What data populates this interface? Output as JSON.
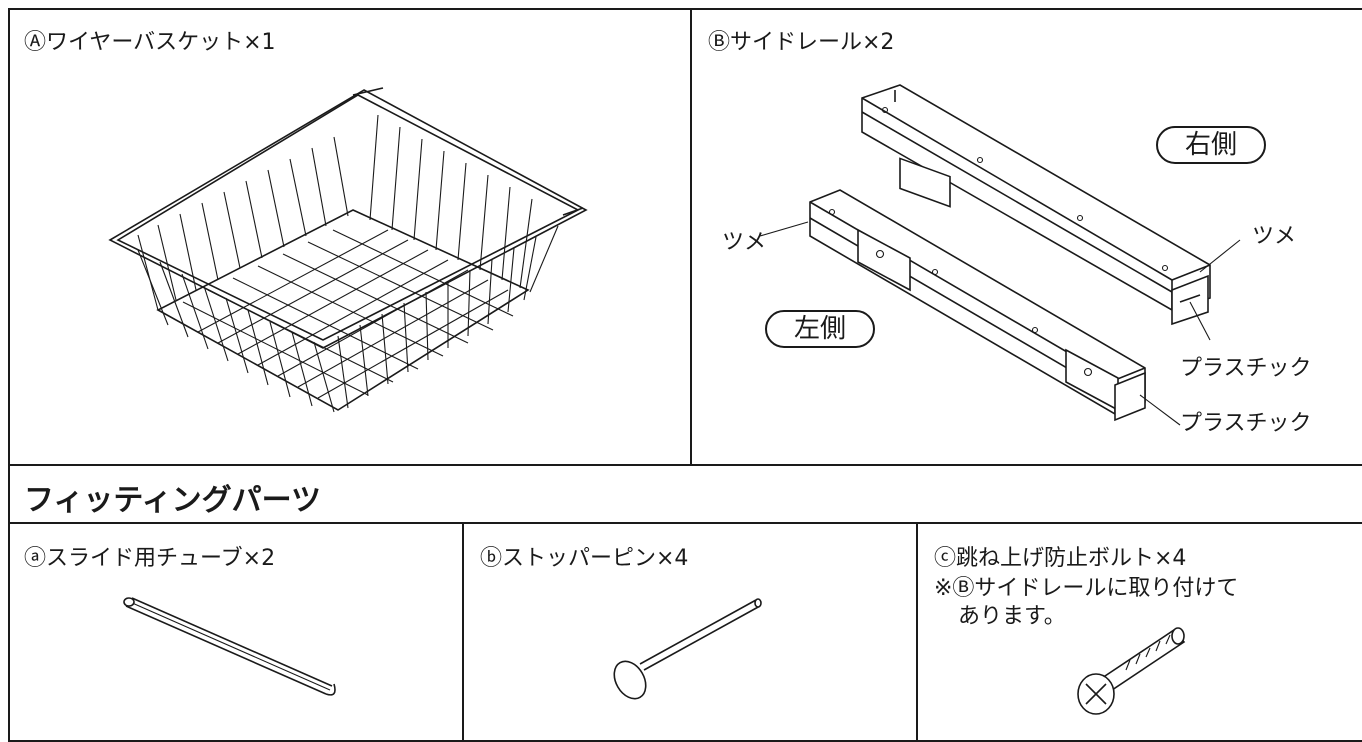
{
  "parts": {
    "a": {
      "label": "Ⓐワイヤーバスケット×1"
    },
    "b": {
      "label": "Ⓑサイドレール×2",
      "right_tag": "右側",
      "left_tag": "左側",
      "tsume_left": "ツメ",
      "tsume_right": "ツメ",
      "plastic_top": "プラスチック",
      "plastic_bottom": "プラスチック"
    }
  },
  "fittings": {
    "heading": "フィッティングパーツ",
    "items": [
      {
        "label": "ⓐスライド用チューブ×2"
      },
      {
        "label": "ⓑストッパーピン×4"
      },
      {
        "label": "ⓒ跳ね上げ防止ボルト×4",
        "note_line1": "※Ⓑサイドレールに取り付けて",
        "note_line2": "あります。"
      }
    ]
  }
}
